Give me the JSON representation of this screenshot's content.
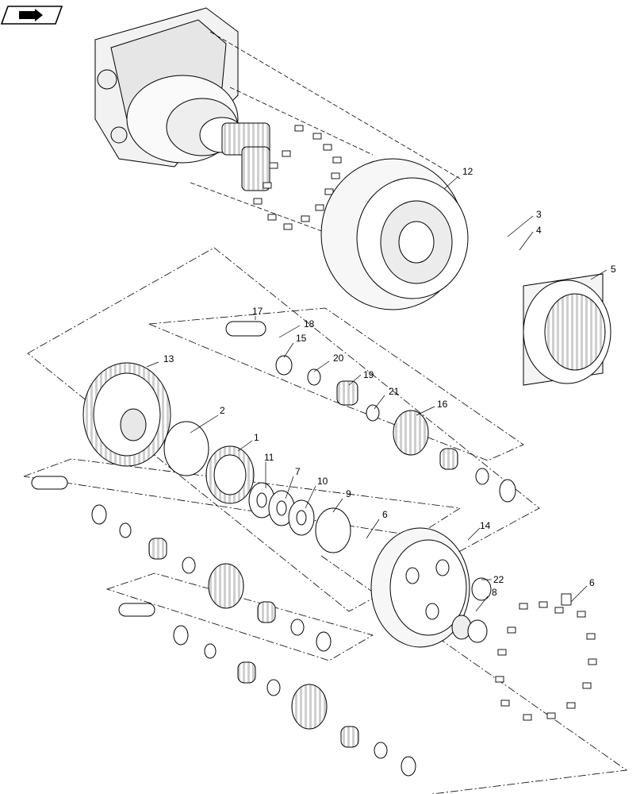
{
  "nav_icon": {
    "name": "book-arrow-icon"
  },
  "callouts": [
    {
      "id": "c12",
      "label": "12"
    },
    {
      "id": "c3",
      "label": "3"
    },
    {
      "id": "c4",
      "label": "4"
    },
    {
      "id": "c5",
      "label": "5"
    },
    {
      "id": "c17",
      "label": "17"
    },
    {
      "id": "c18",
      "label": "18"
    },
    {
      "id": "c15",
      "label": "15"
    },
    {
      "id": "c20",
      "label": "20"
    },
    {
      "id": "c13",
      "label": "13"
    },
    {
      "id": "c19",
      "label": "19"
    },
    {
      "id": "c21",
      "label": "21"
    },
    {
      "id": "c2",
      "label": "2"
    },
    {
      "id": "c16",
      "label": "16"
    },
    {
      "id": "c1",
      "label": "1"
    },
    {
      "id": "c11",
      "label": "11"
    },
    {
      "id": "c7",
      "label": "7"
    },
    {
      "id": "c10",
      "label": "10"
    },
    {
      "id": "c9",
      "label": "9"
    },
    {
      "id": "c6a",
      "label": "6"
    },
    {
      "id": "c14",
      "label": "14"
    },
    {
      "id": "c22",
      "label": "22"
    },
    {
      "id": "c6b",
      "label": "6"
    },
    {
      "id": "c8",
      "label": "8"
    }
  ]
}
